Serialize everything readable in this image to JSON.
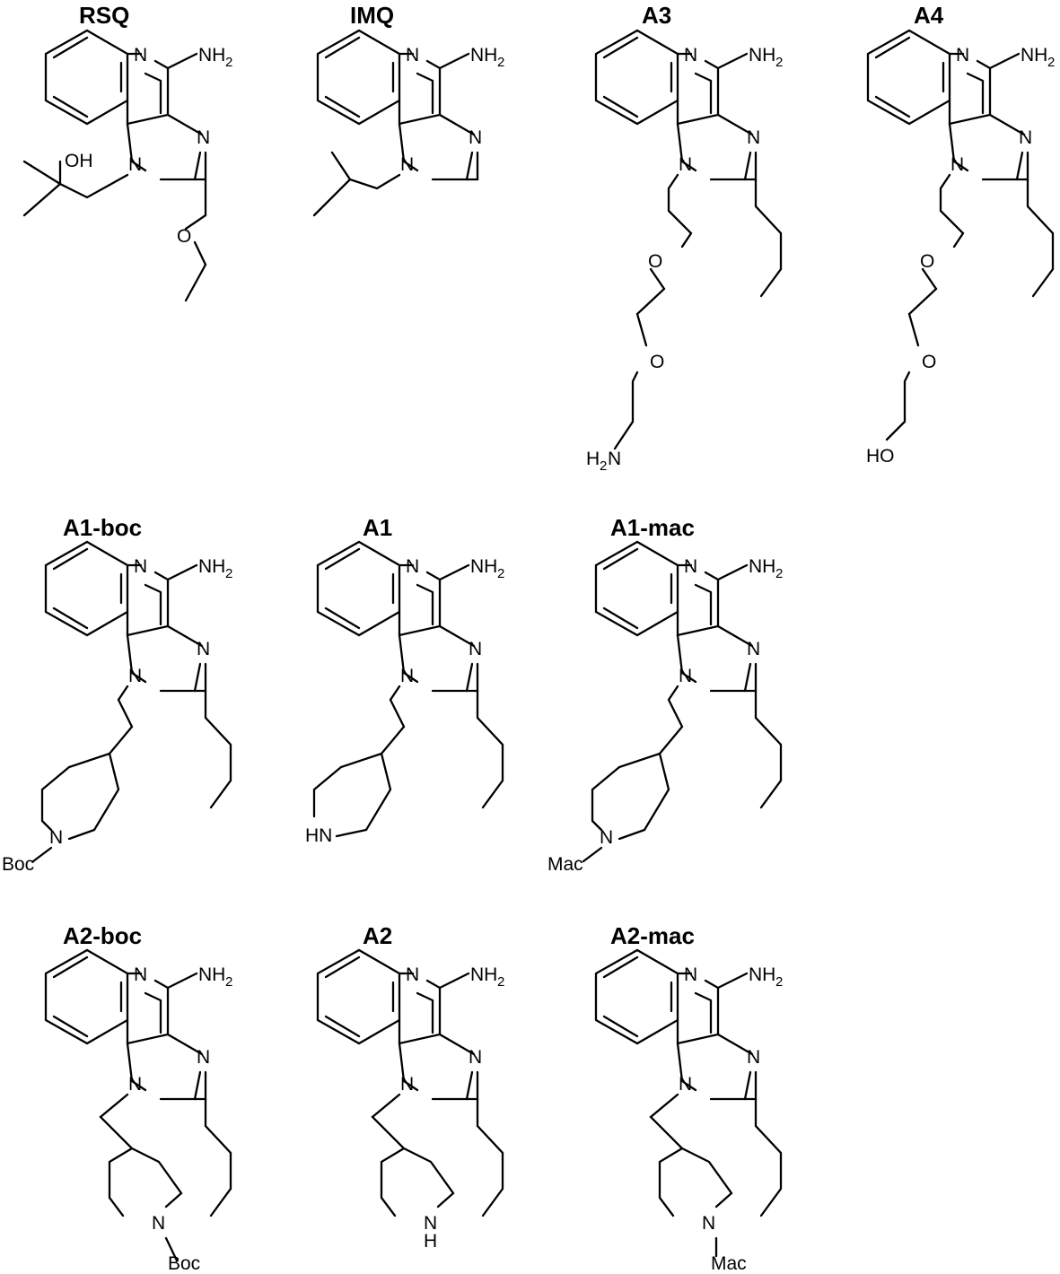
{
  "labels": {
    "amine": "NH",
    "amine_sub": "2",
    "ring_n": "N",
    "oxygen": "O",
    "hydroxyl": "OH",
    "hydroxyl_end": "HO",
    "primary_amine_h": "H",
    "primary_amine_n": "N",
    "piperidine_nh": "HN",
    "piperidine_h": "H",
    "boc": "Boc",
    "mac": "Mac"
  },
  "compounds": [
    {
      "name": "RSQ"
    },
    {
      "name": "IMQ"
    },
    {
      "name": "A3"
    },
    {
      "name": "A4"
    },
    {
      "name": "A1-boc"
    },
    {
      "name": "A1"
    },
    {
      "name": "A1-mac"
    },
    {
      "name": "A2-boc"
    },
    {
      "name": "A2"
    },
    {
      "name": "A2-mac"
    }
  ]
}
